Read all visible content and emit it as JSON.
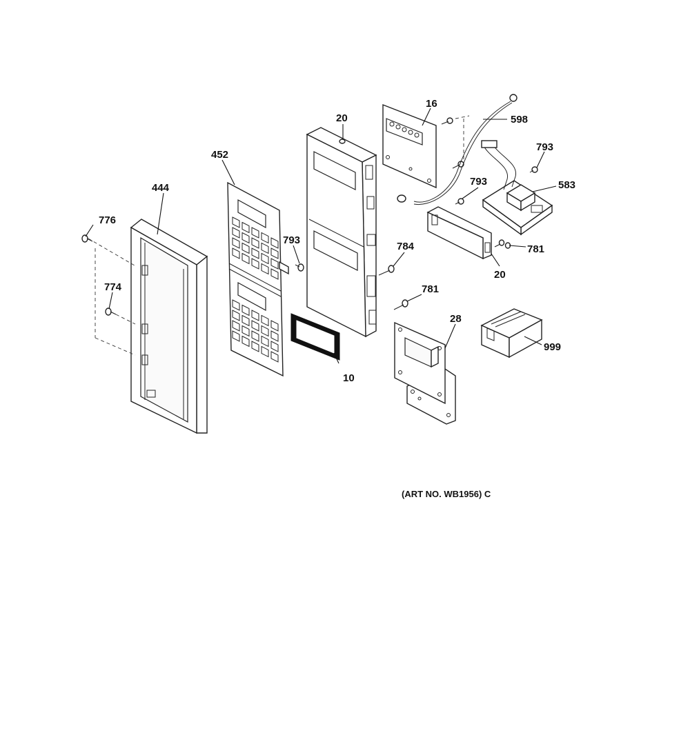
{
  "labels": {
    "p776": "776",
    "p774": "774",
    "p444": "444",
    "p452": "452",
    "p793a": "793",
    "p10": "10",
    "p20a": "20",
    "p784": "784",
    "p781a": "781",
    "p16": "16",
    "p598": "598",
    "p793b": "793",
    "p793c": "793",
    "p583": "583",
    "p781b": "781",
    "p20b": "20",
    "p28": "28",
    "p999": "999"
  },
  "art_number": "(ART NO. WB1956) C"
}
